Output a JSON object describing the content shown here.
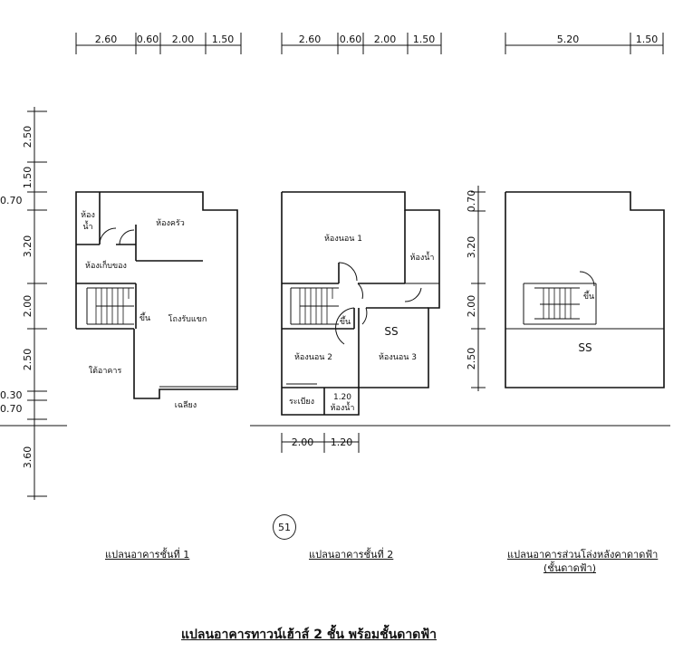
{
  "dimensions": {
    "top_plan1": [
      "2.60",
      "0.60",
      "2.00",
      "1.50"
    ],
    "top_plan2": [
      "2.60",
      "0.60",
      "2.00",
      "1.50"
    ],
    "top_plan3": [
      "5.20",
      "1.50"
    ],
    "left_plan1": [
      "2.50",
      "1.50",
      "0.70",
      "3.20",
      "2.00",
      "2.50",
      "0.30",
      "0.70",
      "3.60"
    ],
    "left_plan3": [
      "0.70",
      "3.20",
      "2.00",
      "2.50"
    ],
    "bottom_plan2": [
      "2.00",
      "1.20"
    ]
  },
  "rooms": {
    "bathroom_p1": [
      "ห้อง",
      "น้ำ"
    ],
    "kitchen": "ห้องครัว",
    "storage": "ห้องเก็บของ",
    "stair_up_p1": "ขึ้น",
    "dining": "โถงรับแขก",
    "under_building": "ใต้อาคาร",
    "terrace": "เฉลียง",
    "bedroom1": "ห้องนอน 1",
    "bathroom_p2a": "ห้องน้ำ",
    "stair_up_p2": "ขึ้น",
    "bedroom2": "ห้องนอน 2",
    "bedroom3": "ห้องนอน 3",
    "balcony": "ระเบียง",
    "bathroom_p2b_size": "1.20",
    "bathroom_p2b": "ห้องน้ำ",
    "stair_up_p3": "ขึ้น",
    "mark_p2": "SS",
    "mark_p3": "SS"
  },
  "stamp": "51",
  "captions": {
    "plan1": "แปลนอาคารชั้นที่ 1",
    "plan2": "แปลนอาคารชั้นที่ 2",
    "plan3_line1": "แปลนอาคารส่วนโล่งหลังคาดาดฟ้า",
    "plan3_line2": "(ชั้นดาดฟ้า)"
  },
  "title": "แปลนอาคารทาวน์เฮ้าส์ 2 ชั้น พร้อมชั้นดาดฟ้า"
}
